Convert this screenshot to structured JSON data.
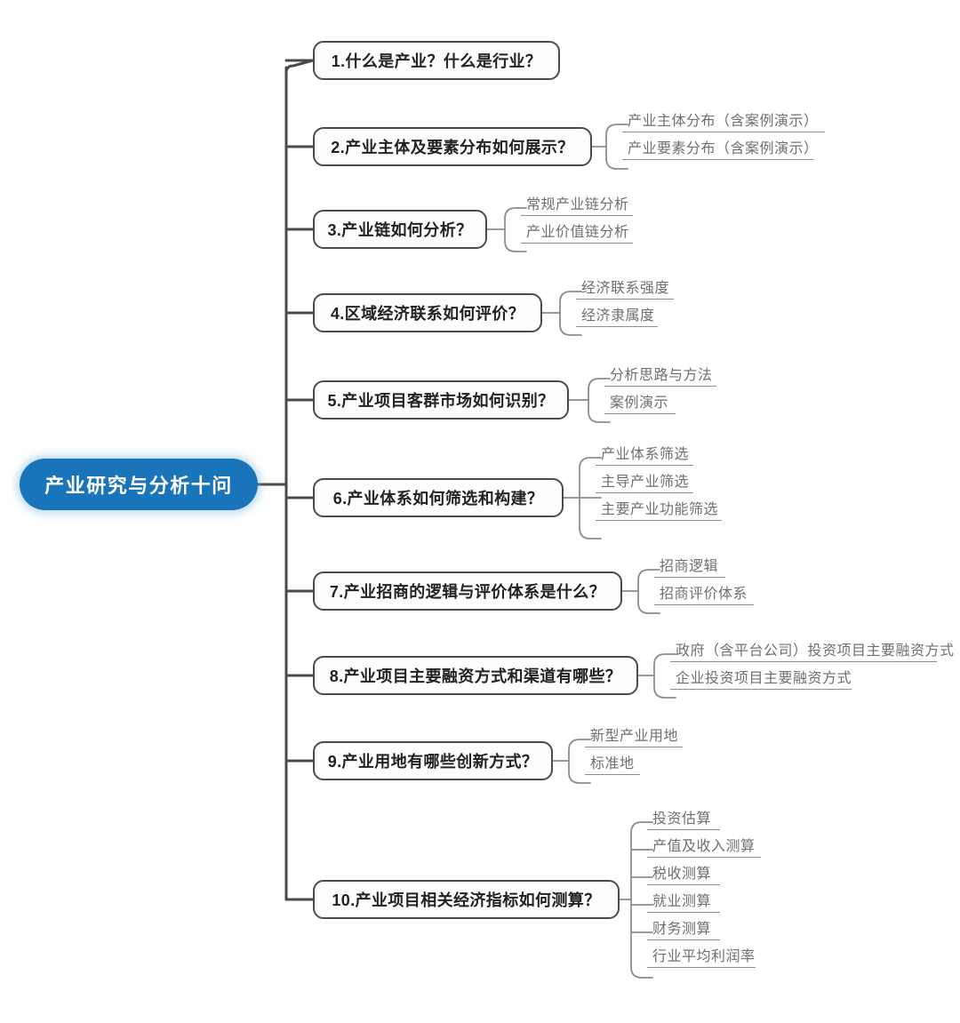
{
  "diagram": {
    "type": "mind-map",
    "title": "产业研究与分析十问",
    "root": {
      "label": "产业研究与分析十问",
      "fill_color": "#1a74ba",
      "text_color": "#ffffff",
      "glow_color": "#78b4e1"
    },
    "style": {
      "branch_border_color": "#4a4a4a",
      "branch_text_color": "#222222",
      "leaf_text_color": "#6f6f6f",
      "leaf_underline_color": "#8d8d8d",
      "connector_color": "#4a4a4a",
      "background": "#ffffff"
    },
    "branches": [
      {
        "index": "1",
        "label": "1.什么是产业？什么是行业？",
        "leaves": []
      },
      {
        "index": "2",
        "label": "2.产业主体及要素分布如何展示？",
        "leaves": [
          "产业主体分布（含案例演示）",
          "产业要素分布（含案例演示）"
        ]
      },
      {
        "index": "3",
        "label": "3.产业链如何分析？",
        "leaves": [
          "常规产业链分析",
          "产业价值链分析"
        ]
      },
      {
        "index": "4",
        "label": "4.区域经济联系如何评价？",
        "leaves": [
          "经济联系强度",
          "经济隶属度"
        ]
      },
      {
        "index": "5",
        "label": "5.产业项目客群市场如何识别？",
        "leaves": [
          "分析思路与方法",
          "案例演示"
        ]
      },
      {
        "index": "6",
        "label": "6.产业体系如何筛选和构建？",
        "leaves": [
          "产业体系筛选",
          "主导产业筛选",
          "主要产业功能筛选"
        ]
      },
      {
        "index": "7",
        "label": "7.产业招商的逻辑与评价体系是什么？",
        "leaves": [
          "招商逻辑",
          "招商评价体系"
        ]
      },
      {
        "index": "8",
        "label": "8.产业项目主要融资方式和渠道有哪些？",
        "leaves": [
          "政府（含平台公司）投资项目主要融资方式",
          "企业投资项目主要融资方式"
        ]
      },
      {
        "index": "9",
        "label": "9.产业用地有哪些创新方式？",
        "leaves": [
          "新型产业用地",
          "标准地"
        ]
      },
      {
        "index": "10",
        "label": "10.产业项目相关经济指标如何测算？",
        "leaves": [
          "投资估算",
          "产值及收入测算",
          "税收测算",
          "就业测算",
          "财务测算",
          "行业平均利润率"
        ]
      }
    ]
  }
}
